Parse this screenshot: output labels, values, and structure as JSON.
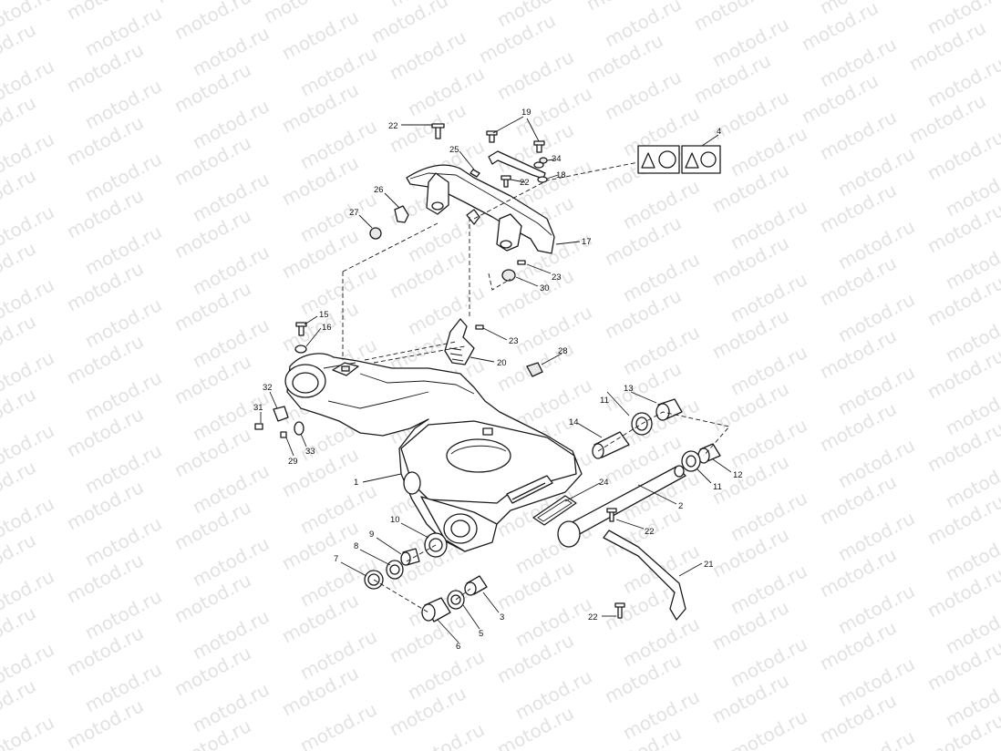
{
  "watermark": {
    "text": "motod.ru"
  },
  "callouts": {
    "p1": "1",
    "p2": "2",
    "p3": "3",
    "p4": "4",
    "p5": "5",
    "p6": "6",
    "p7": "7",
    "p8": "8",
    "p9": "9",
    "p10": "10",
    "p11a": "11",
    "p11b": "11",
    "p12": "12",
    "p13": "13",
    "p14": "14",
    "p15": "15",
    "p16": "16",
    "p17": "17",
    "p18": "18",
    "p19": "19",
    "p20": "20",
    "p21": "21",
    "p22a": "22",
    "p22b": "22",
    "p22c": "22",
    "p22d": "22",
    "p23a": "23",
    "p23b": "23",
    "p24": "24",
    "p25": "25",
    "p26": "26",
    "p27": "27",
    "p28": "28",
    "p29": "29",
    "p30": "30",
    "p31": "31",
    "p32": "32",
    "p33": "33",
    "p34": "34"
  }
}
